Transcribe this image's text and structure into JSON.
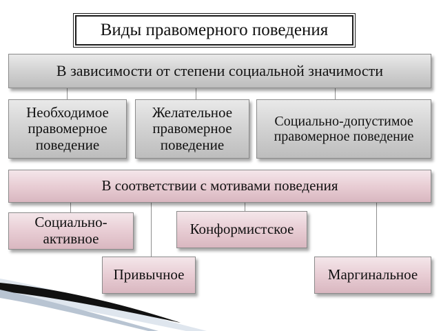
{
  "title": "Виды правомерного поведения",
  "groups": [
    {
      "label": "В зависимости от степени социальной значимости",
      "items": [
        "Необходимое правомерное поведение",
        "Желательное правомерное поведение",
        "Социально-допустимое правомерное поведение"
      ]
    },
    {
      "label": "В соответствии с мотивами поведения",
      "items": [
        "Социально-активное",
        "Привычное",
        "Конформистское",
        "Маргинальное"
      ]
    }
  ],
  "colors": {
    "group1_fill": "#d4d4d4",
    "group2_fill": "#e8cdd4",
    "connector": "#8d8d8d"
  }
}
